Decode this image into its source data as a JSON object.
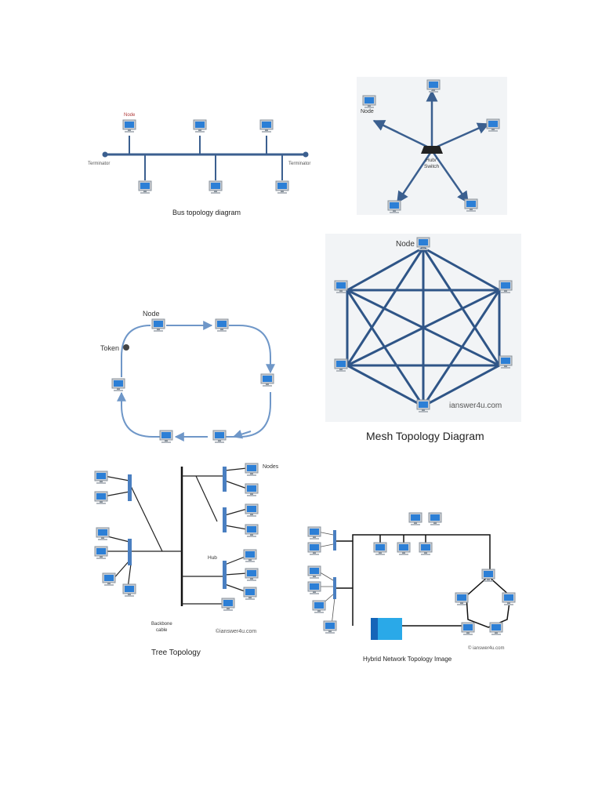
{
  "colors": {
    "line": "#3b5f8f",
    "monitor_frame": "#9aa3ad",
    "monitor_screen": "#2c7fd6",
    "hub_bar": "#4a7fc1",
    "ring_line": "#6f97c8",
    "token": "#444444",
    "hybrid_box": "#2aa9e8",
    "hybrid_box_dark": "#1565b8"
  },
  "bus": {
    "caption": "Bus topology diagram",
    "node_label": "Node",
    "terminator_left": "Terminator",
    "terminator_right": "Terminator"
  },
  "star": {
    "node_label": "Node",
    "hub_label_line1": "Hub/",
    "hub_label_line2": "Switch"
  },
  "ring": {
    "node_label": "Node",
    "token_label": "Token"
  },
  "mesh": {
    "node_label": "Node",
    "watermark": "ianswer4u.com",
    "caption": "Mesh Topology Diagram"
  },
  "tree": {
    "nodes_label": "Nodes",
    "hub_label": "Hub",
    "backbone_line1": "Backbone",
    "backbone_line2": "cable",
    "watermark": "©ianswer4u.com",
    "caption": "Tree Topology"
  },
  "hybrid": {
    "watermark": "© ianswer4u.com",
    "caption": "Hybrid Network Topology Image"
  }
}
